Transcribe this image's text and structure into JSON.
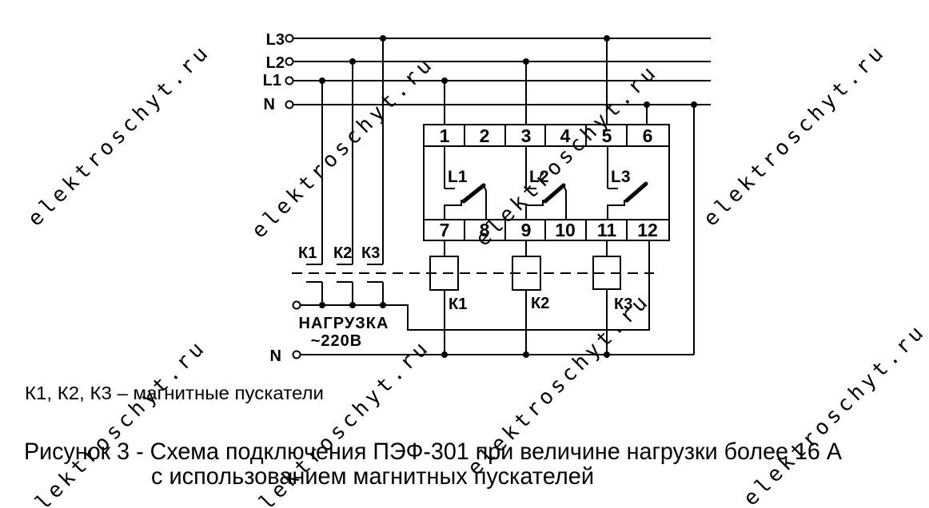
{
  "watermark": {
    "text": "elektroschyt.ru",
    "color": "#e2e2e2"
  },
  "colors": {
    "line": "#000000",
    "background": "#ffffff"
  },
  "rails": {
    "l3": "L3",
    "l2": "L2",
    "l1": "L1",
    "n": "N"
  },
  "device": {
    "terminals_top": [
      "1",
      "2",
      "3",
      "4",
      "5",
      "6"
    ],
    "terminals_bottom": [
      "7",
      "8",
      "9",
      "10",
      "11",
      "12"
    ],
    "phases": [
      "L1",
      "L2",
      "L3"
    ]
  },
  "contacts": [
    "К1",
    "К2",
    "К3"
  ],
  "coils": [
    "К1",
    "К2",
    "К3"
  ],
  "load": {
    "name": "НАГРУЗКА",
    "voltage": "~220В"
  },
  "neutral": "N",
  "legend": "К1, К2, К3 – магнитные пускатели",
  "caption": {
    "line1": "Рисунок 3 - Схема подключения ПЭФ-301 при величине нагрузки более 16 А",
    "line2": "с использованием магнитных пускателей"
  }
}
